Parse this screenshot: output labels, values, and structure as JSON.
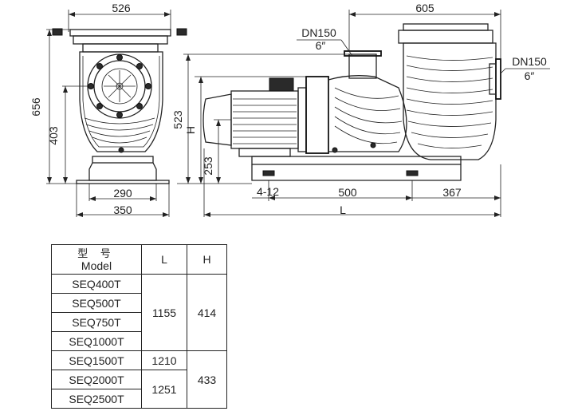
{
  "drawing": {
    "front_view": {
      "width_top": "526",
      "height_total": "656",
      "height_inlet": "403",
      "base_inner": "290",
      "base_outer": "350"
    },
    "side_view": {
      "length_strainer": "605",
      "inlet_size": "DN150",
      "inlet_inch": "6″",
      "outlet_size": "DN150",
      "outlet_inch": "6″",
      "height_523": "523",
      "height_var": "H",
      "height_253": "253",
      "holes": "4-12",
      "bolt_spacing": "500",
      "end_distance": "367",
      "length_var": "L"
    }
  },
  "table": {
    "header_model_cn": "型 号",
    "header_model_en": "Model",
    "header_l": "L",
    "header_h": "H",
    "models": [
      "SEQ400T",
      "SEQ500T",
      "SEQ750T",
      "SEQ1000T",
      "SEQ1500T",
      "SEQ2000T",
      "SEQ2500T"
    ],
    "l_group_1": "1155",
    "l_group_2": "1210",
    "l_group_3": "1251",
    "h_group_1": "414",
    "h_group_2": "433"
  }
}
